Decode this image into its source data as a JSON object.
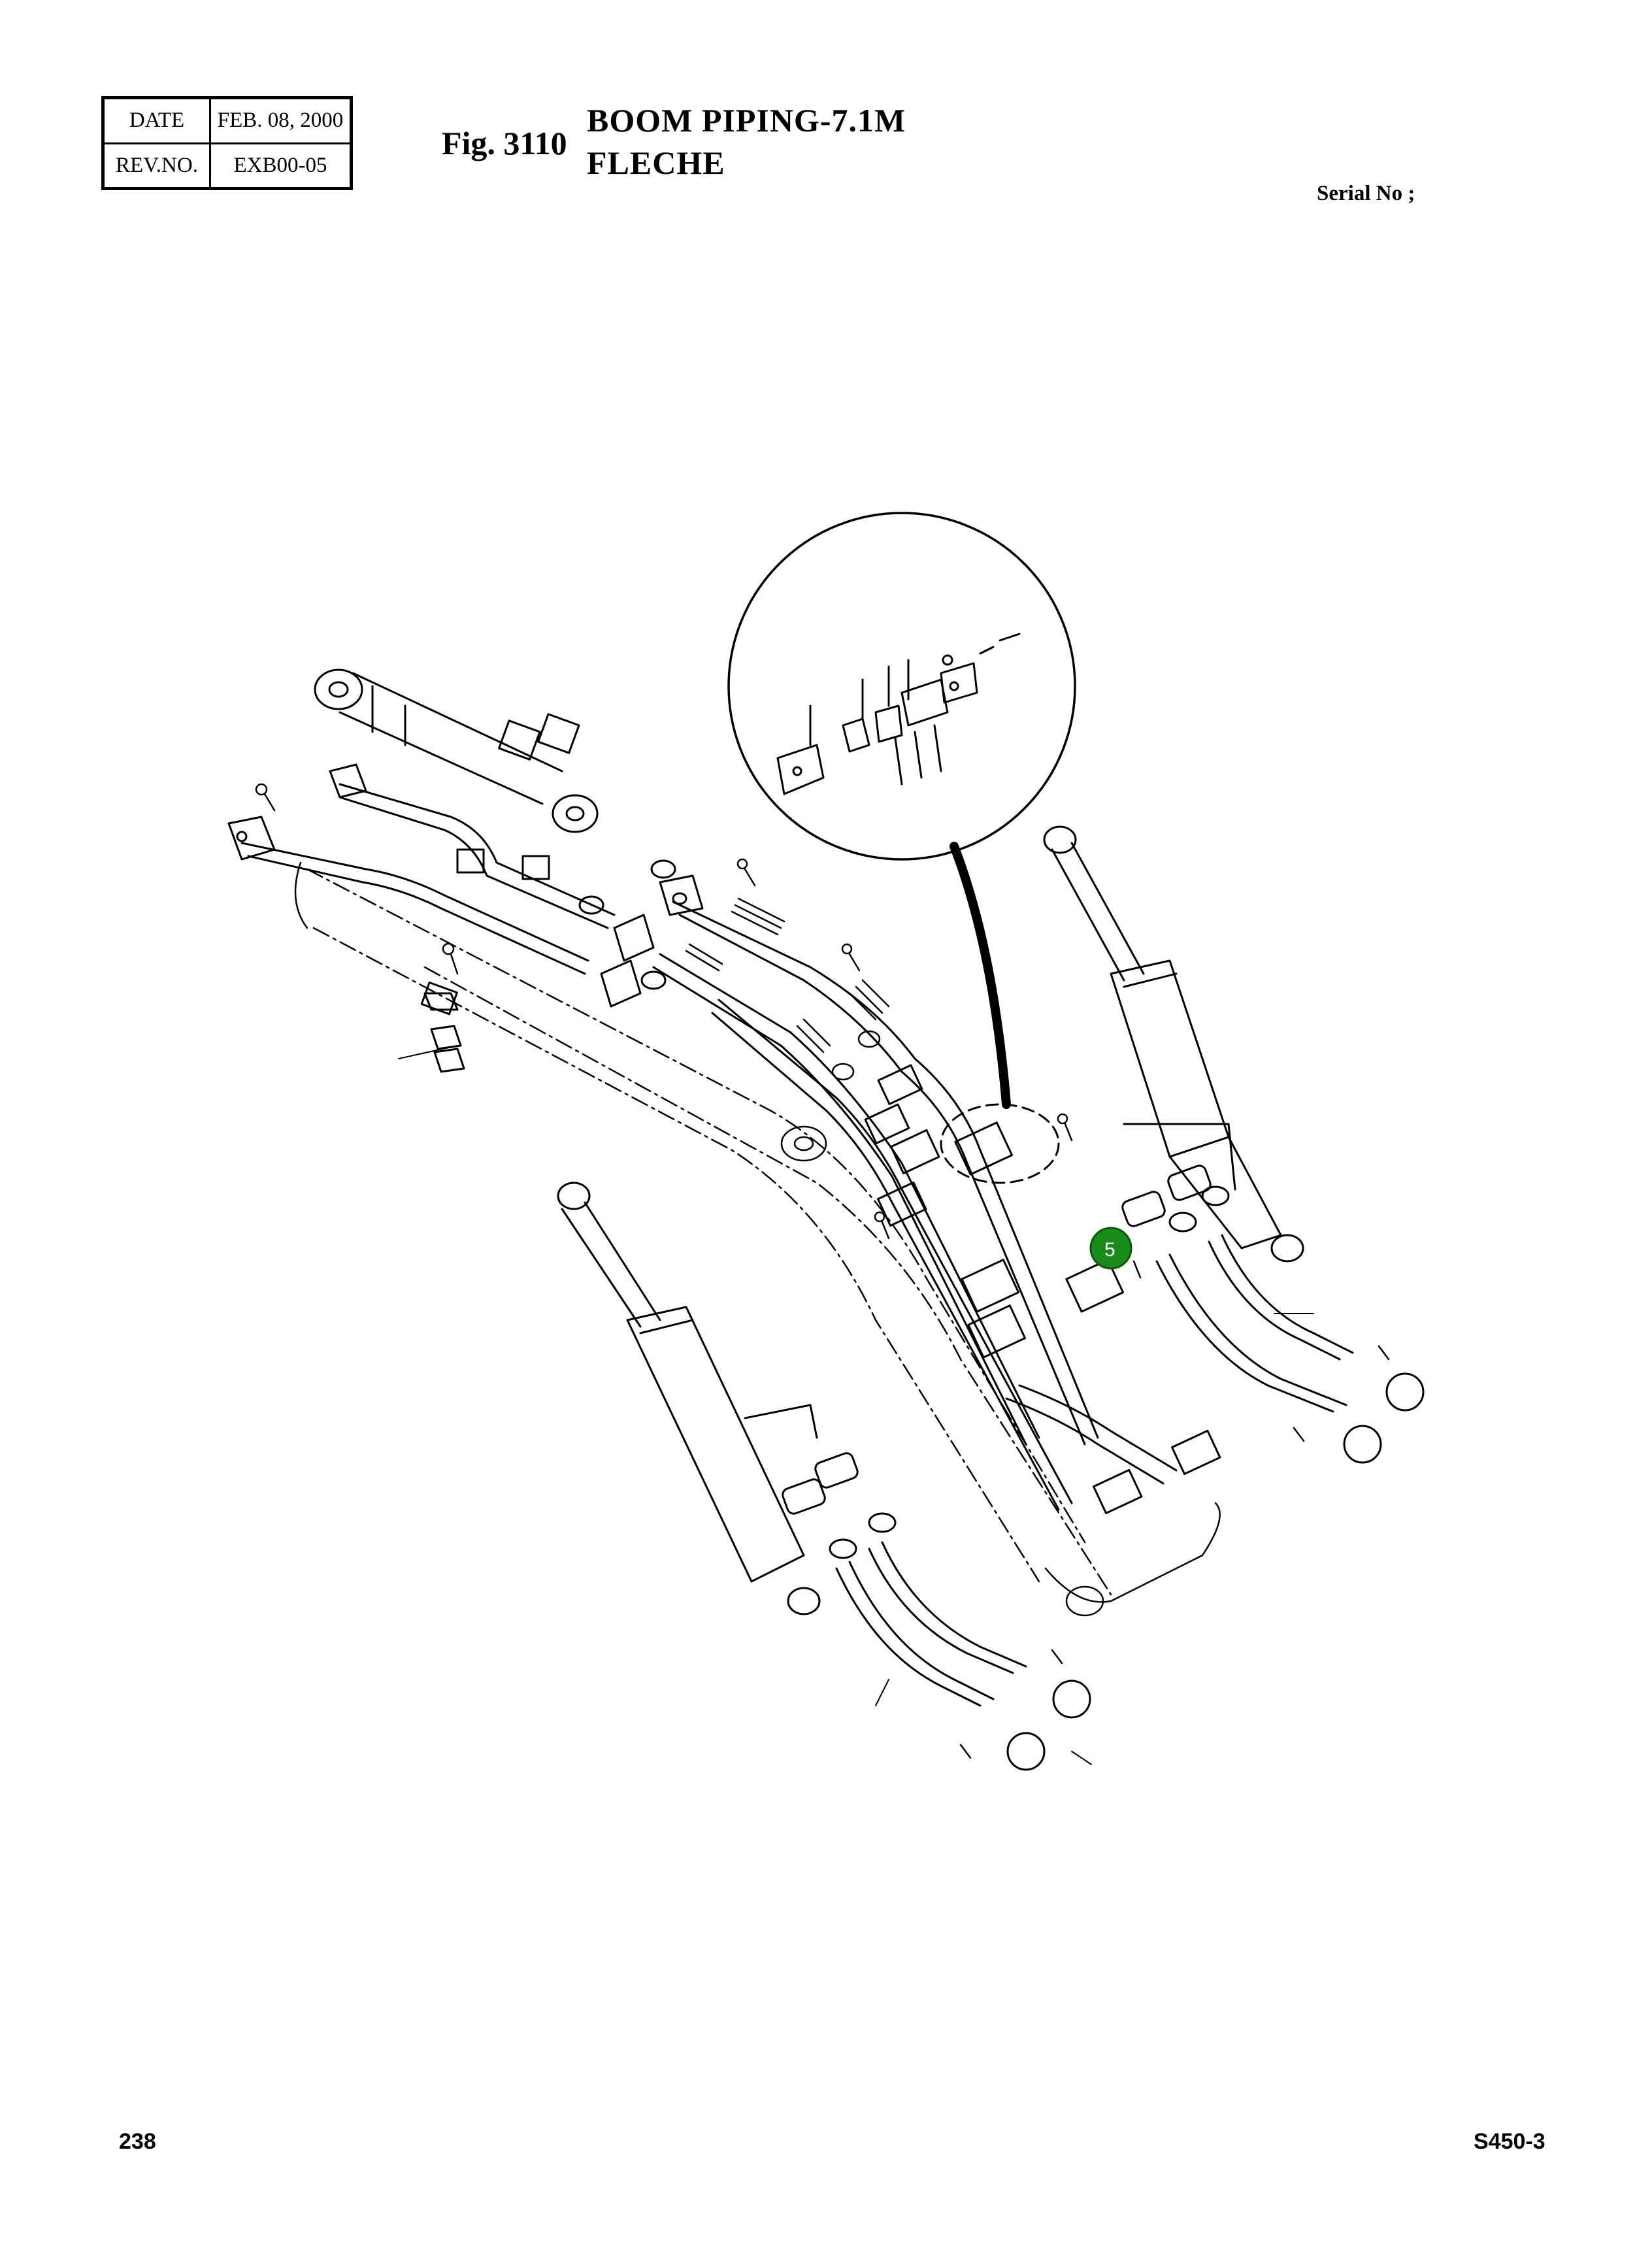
{
  "header": {
    "date_label": "DATE",
    "date_value": "FEB. 08, 2000",
    "rev_label": "REV.NO.",
    "rev_value": "EXB00-05"
  },
  "figure": {
    "fig_label": "Fig. 3110",
    "title_line1": "BOOM PIPING-7.1M",
    "title_line2": "FLECHE",
    "serial_label": "Serial No ;"
  },
  "callout": {
    "number": "5",
    "color": "#1a8a1a"
  },
  "footer": {
    "page_number": "238",
    "model": "S450-3"
  }
}
